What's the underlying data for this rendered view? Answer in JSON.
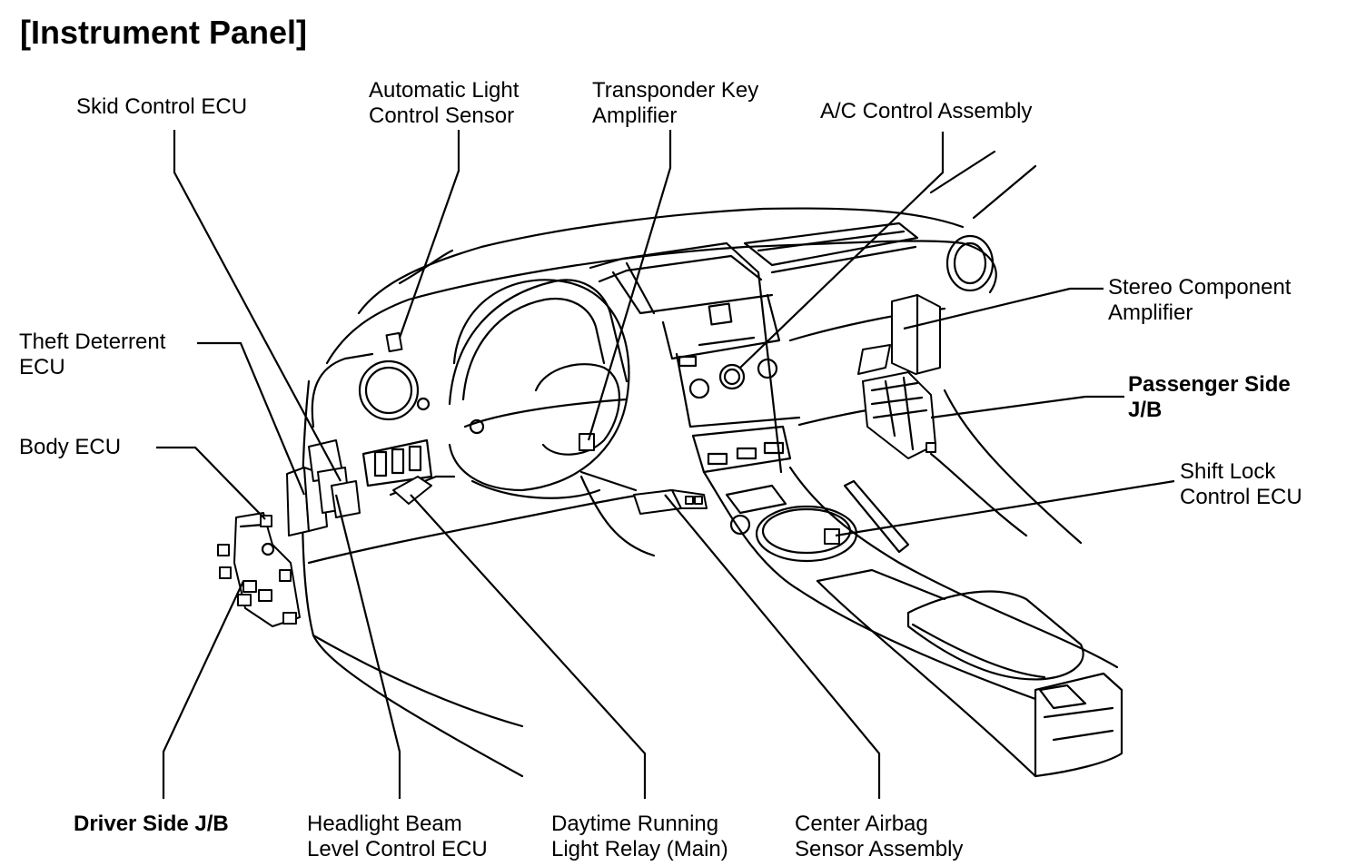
{
  "title": "[Instrument Panel]",
  "labels": {
    "skid_control_ecu": [
      "Skid Control ECU"
    ],
    "auto_light_sensor": [
      "Automatic Light",
      "Control Sensor"
    ],
    "transponder_key_amp": [
      "Transponder Key",
      "Amplifier"
    ],
    "ac_control_assembly": [
      "A/C Control Assembly"
    ],
    "stereo_component_amp": [
      "Stereo Component",
      "Amplifier"
    ],
    "passenger_side_jb": [
      "Passenger Side",
      "J/B"
    ],
    "shift_lock_ecu": [
      "Shift Lock",
      "Control ECU"
    ],
    "theft_deterrent_ecu": [
      "Theft Deterrent",
      "ECU"
    ],
    "body_ecu": [
      "Body ECU"
    ],
    "driver_side_jb": [
      "Driver Side J/B"
    ],
    "headlight_beam_ecu": [
      "Headlight Beam",
      "Level Control ECU"
    ],
    "drl_relay_main": [
      "Daytime Running",
      "Light Relay (Main)"
    ],
    "center_airbag_sensor": [
      "Center Airbag",
      "Sensor Assembly"
    ]
  }
}
